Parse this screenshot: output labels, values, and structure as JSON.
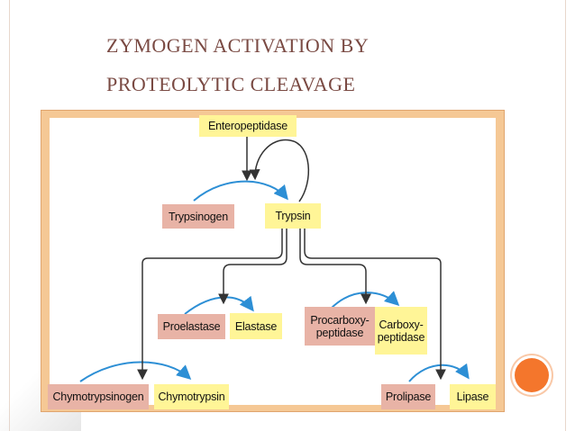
{
  "slide": {
    "title_line_1": "ZYMOGEN ACTIVATION BY",
    "title_line_2": "PROTEOLYTIC CLEAVAGE",
    "accent_color": "#f4762c",
    "title_color": "#7a4a43"
  },
  "diagram": {
    "nodes": {
      "enteropeptidase": "Enteropeptidase",
      "trypsinogen": "Trypsinogen",
      "trypsin": "Trypsin",
      "proelastase": "Proelastase",
      "elastase": "Elastase",
      "procarboxypeptidase": "Procarboxy-\npeptidase",
      "carboxypeptidase": "Carboxy-\npeptidase",
      "chymotrypsinogen": "Chymotrypsinogen",
      "chymotrypsin": "Chymotrypsin",
      "prolipase": "Prolipase",
      "lipase": "Lipase"
    },
    "colors": {
      "active_enzyme": "#fff597",
      "zymogen": "#e8b3a6",
      "activation_arrow": "#2d8fd5",
      "pathway_arrow": "#333333",
      "frame": "#f5c895"
    }
  }
}
